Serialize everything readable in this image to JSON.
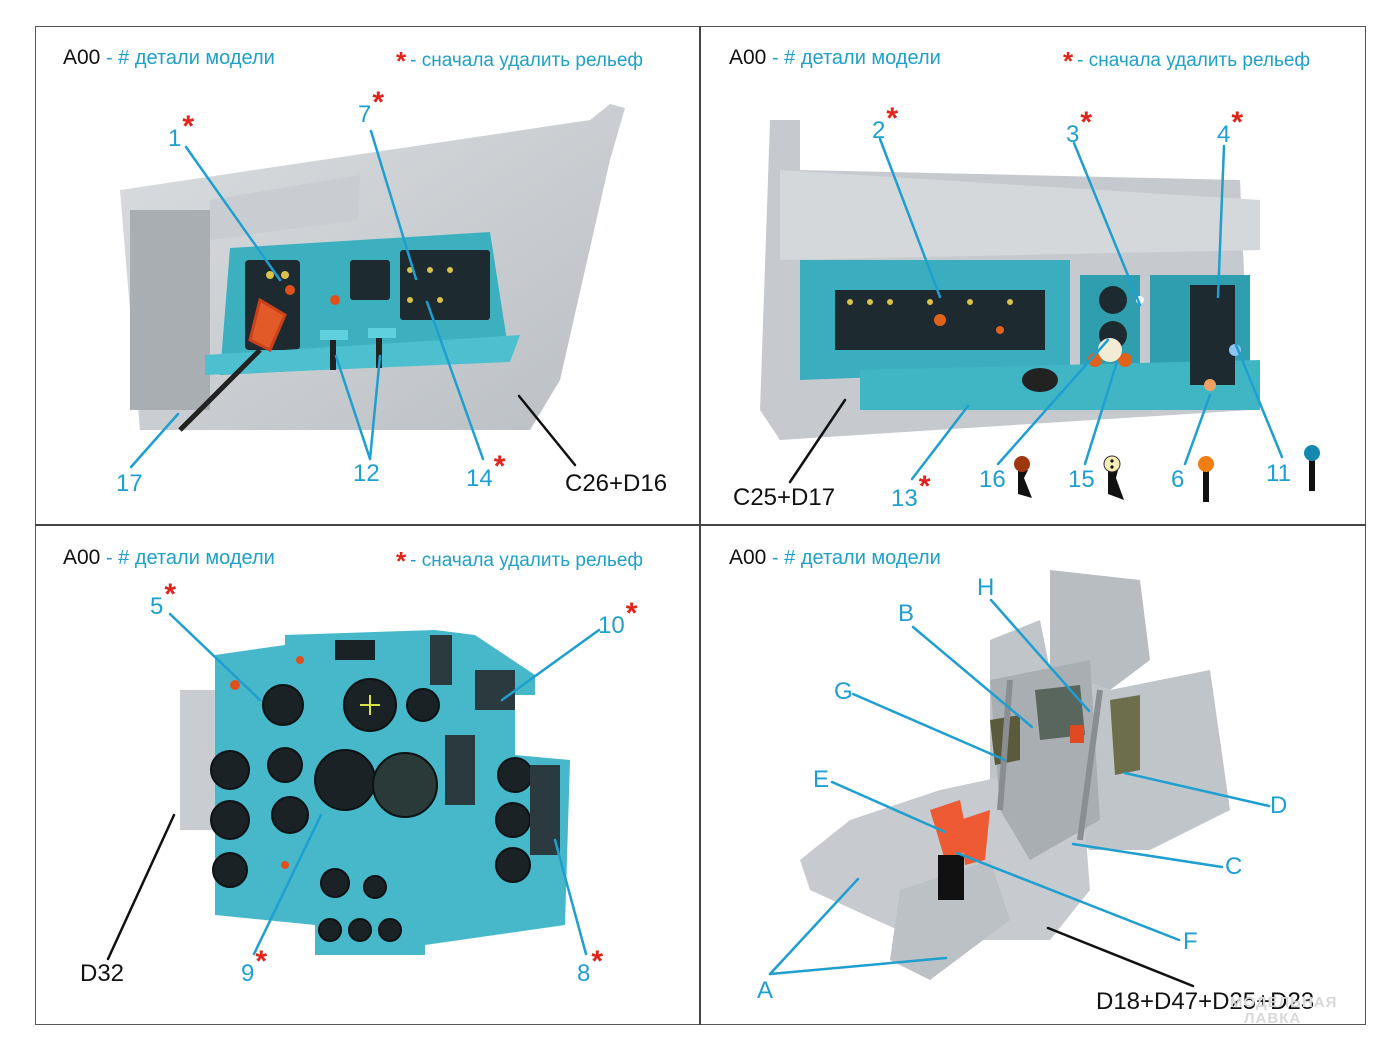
{
  "legend": {
    "code": "A00",
    "code_desc": "- # детали модели",
    "relief_star": "*",
    "relief_desc": "- сначала удалить рельеф"
  },
  "panels": [
    {
      "id": "left-console",
      "labels": [
        {
          "text": "1",
          "star": true
        },
        {
          "text": "7",
          "star": true
        },
        {
          "text": "12",
          "star": false
        },
        {
          "text": "14",
          "star": true
        },
        {
          "text": "17",
          "star": false
        }
      ],
      "part_code": "C26+D16"
    },
    {
      "id": "right-console",
      "labels": [
        {
          "text": "2",
          "star": true
        },
        {
          "text": "3",
          "star": true
        },
        {
          "text": "4",
          "star": true
        },
        {
          "text": "13",
          "star": true
        },
        {
          "text": "16",
          "star": false
        },
        {
          "text": "15",
          "star": false
        },
        {
          "text": "6",
          "star": false
        },
        {
          "text": "11",
          "star": false
        }
      ],
      "part_code": "C25+D17",
      "handle_icons": [
        {
          "label": "16",
          "icon": "brown-knob-handle-icon",
          "color": "#a0360f"
        },
        {
          "label": "15",
          "icon": "cream-dotted-knob-handle-icon",
          "color": "#f5edb8"
        },
        {
          "label": "6",
          "icon": "orange-knob-lever-icon",
          "color": "#f07f10"
        },
        {
          "label": "11",
          "icon": "blue-knob-lever-icon",
          "color": "#1489b0"
        }
      ]
    },
    {
      "id": "instrument-panel",
      "labels": [
        {
          "text": "5",
          "star": true
        },
        {
          "text": "10",
          "star": true
        },
        {
          "text": "9",
          "star": true
        },
        {
          "text": "8",
          "star": true
        }
      ],
      "part_code": "D32"
    },
    {
      "id": "ejection-seat",
      "labels": [
        {
          "text": "H"
        },
        {
          "text": "B"
        },
        {
          "text": "G"
        },
        {
          "text": "E"
        },
        {
          "text": "D"
        },
        {
          "text": "C"
        },
        {
          "text": "F"
        },
        {
          "text": "A"
        }
      ],
      "part_code": "D18+D47+D25+D23"
    }
  ],
  "watermark": [
    "МОДЕЛЬНАЯ",
    "ЛАВКА"
  ],
  "colors": {
    "label_blue": "#1e9fd0",
    "star_red": "#e2231a",
    "panel_teal": "#3fb3c2",
    "resin_gray": "#c4c8cc"
  }
}
